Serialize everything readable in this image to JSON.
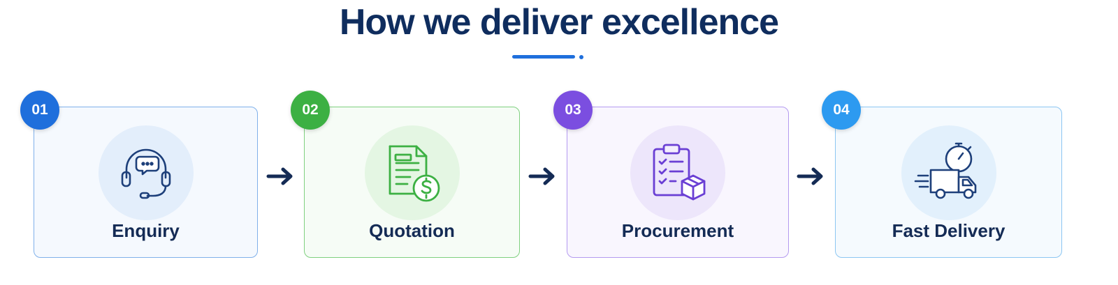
{
  "title": "How we deliver excellence",
  "colors": {
    "title": "#0f2d5e",
    "accent": "#1f6fdc",
    "arrow": "#142b55"
  },
  "steps": [
    {
      "number": "01",
      "label": "Enquiry",
      "icon": "headset-chat-icon",
      "color": "#1f6fdc",
      "border": "#7fb0ea",
      "tint": "#e3eefb",
      "bg": "#f5f9fe"
    },
    {
      "number": "02",
      "label": "Quotation",
      "icon": "quote-document-dollar-icon",
      "color": "#3cb043",
      "border": "#7fd07f",
      "tint": "#e4f6e3",
      "bg": "#f6fcf6"
    },
    {
      "number": "03",
      "label": "Procurement",
      "icon": "clipboard-package-icon",
      "color": "#7b4ee0",
      "border": "#b49af0",
      "tint": "#ede6fb",
      "bg": "#f9f6fe"
    },
    {
      "number": "04",
      "label": "Fast Delivery",
      "icon": "delivery-truck-stopwatch-icon",
      "color": "#2d9af0",
      "border": "#8cc6f2",
      "tint": "#e2f0fc",
      "bg": "#f5fafe"
    }
  ]
}
